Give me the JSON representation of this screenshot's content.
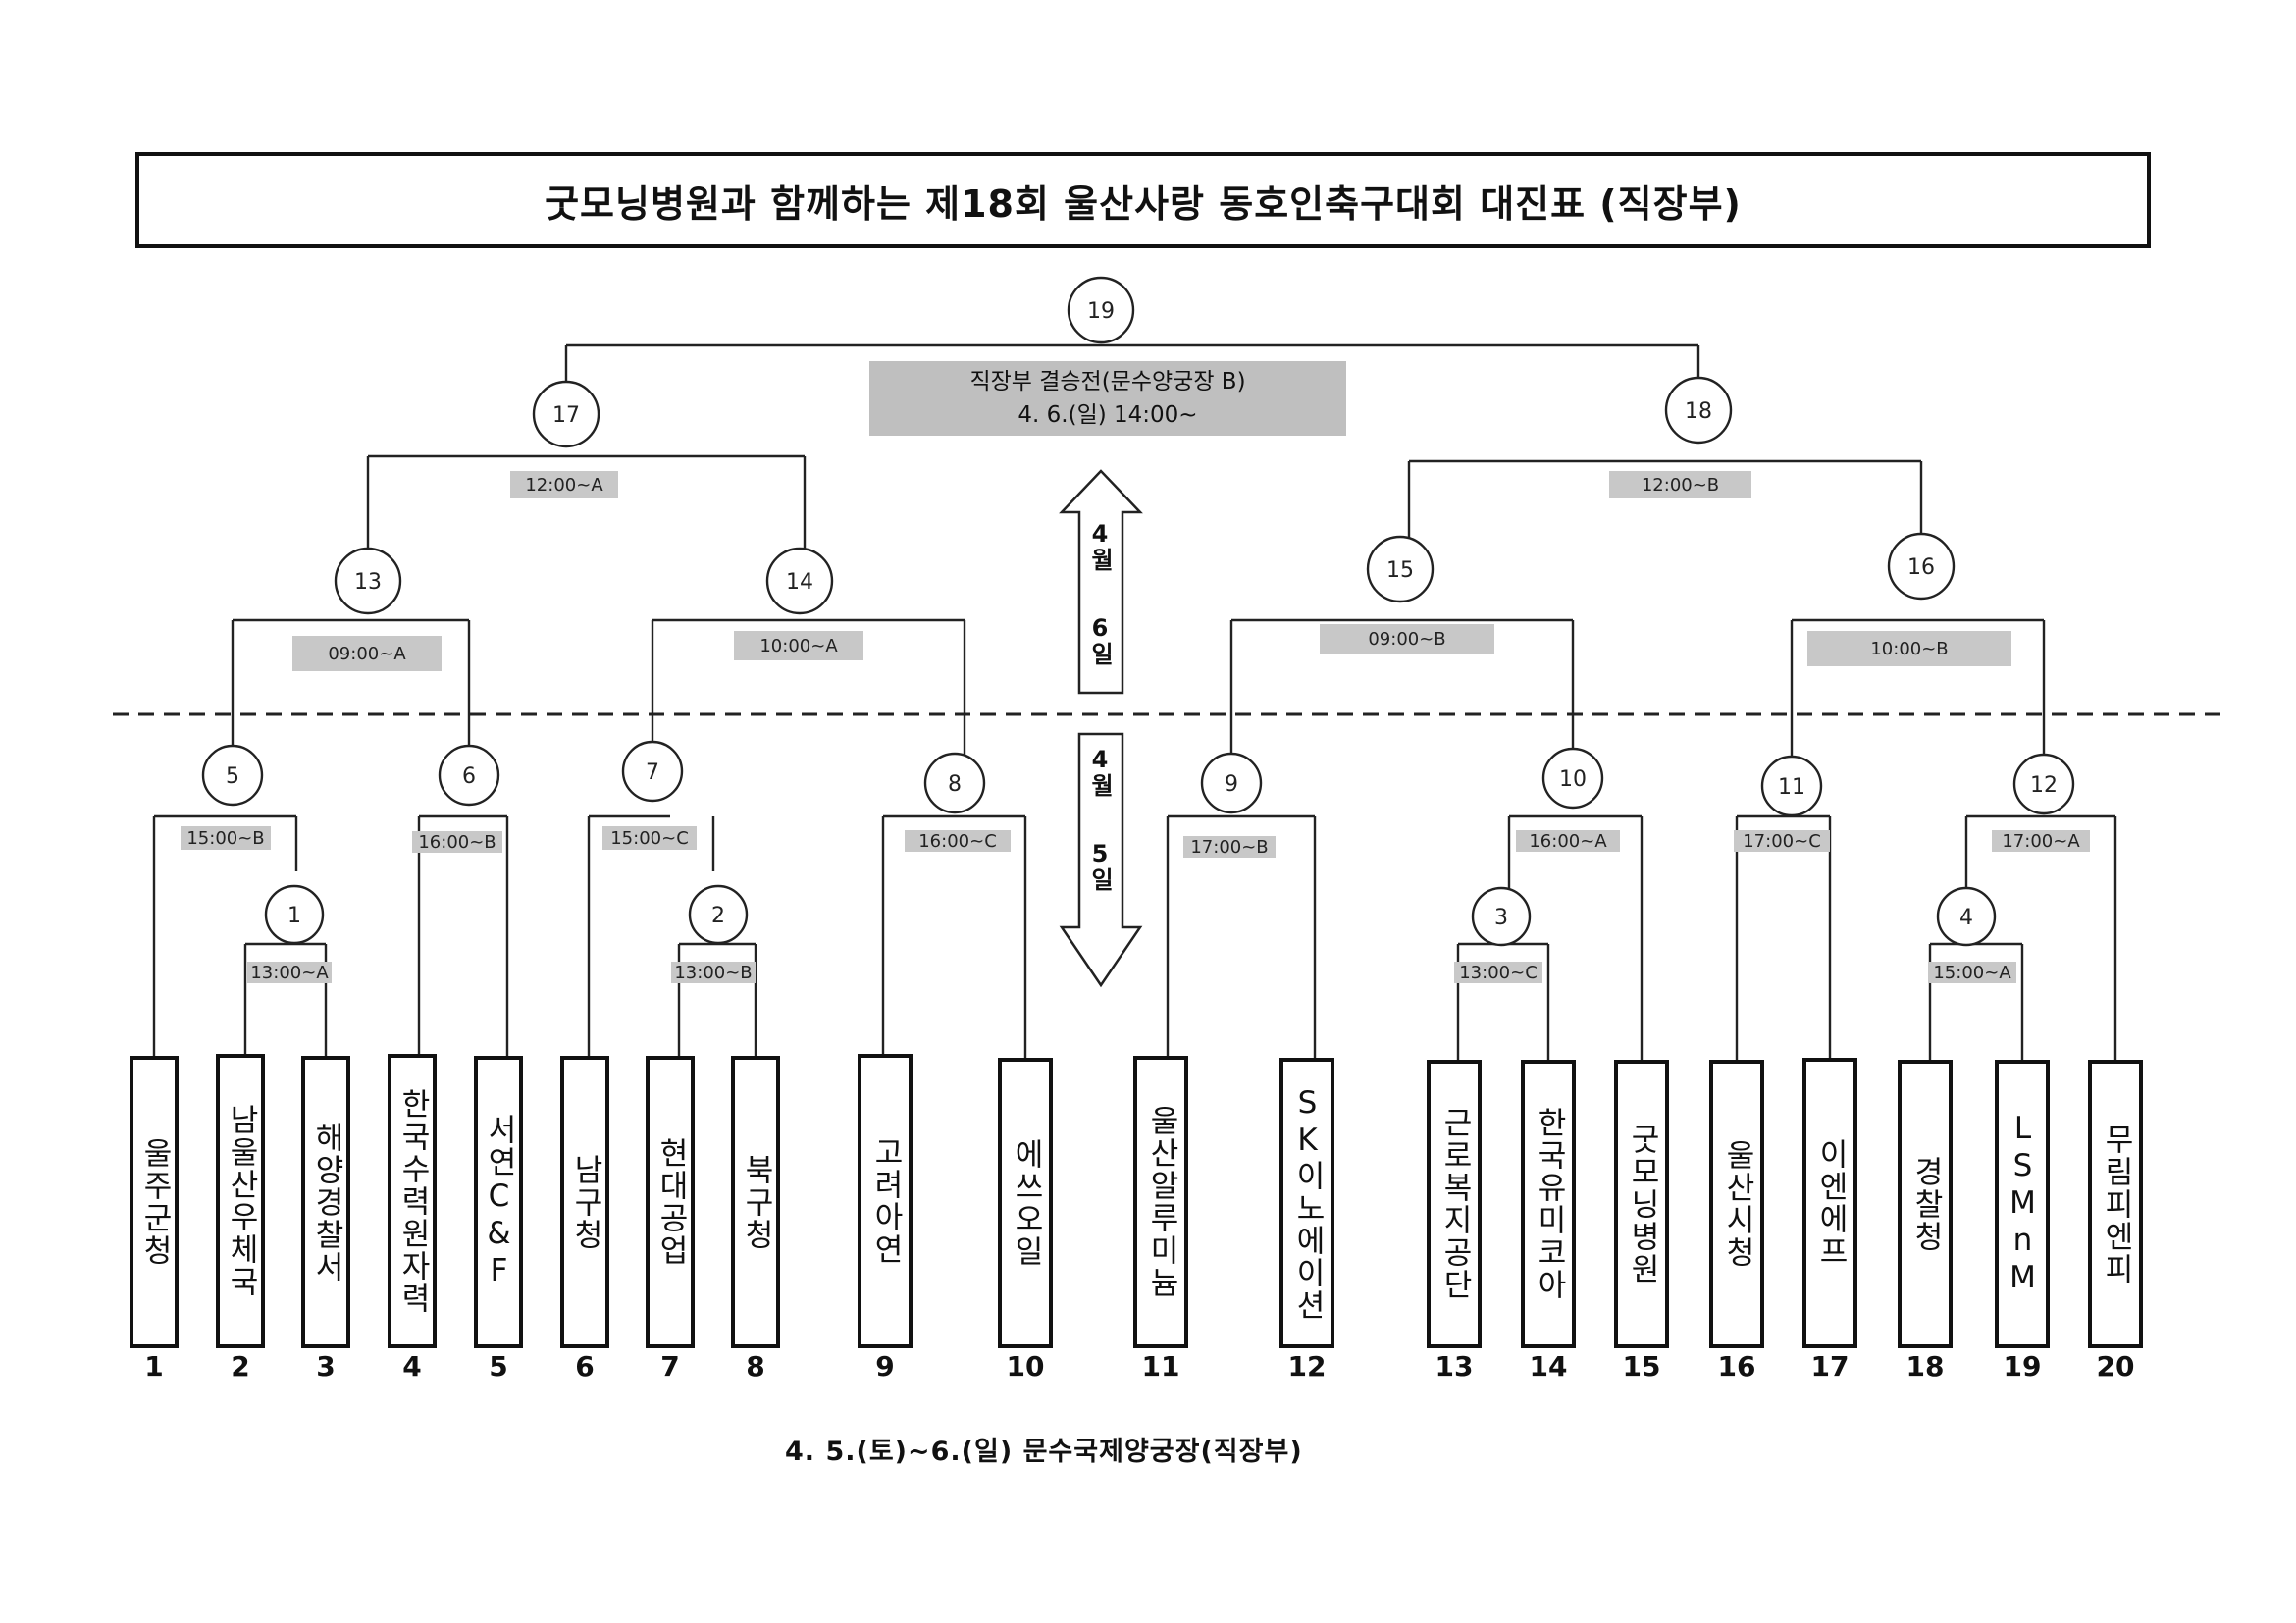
{
  "title": "굿모닝병원과 함께하는 제18회 울산사랑 동호인축구대회 대진표 (직장부)",
  "final_info": {
    "line1": "직장부 결승전(문수양궁장 B)",
    "line2": "4. 6.(일) 14:00~"
  },
  "day_labels": {
    "upper_month": "4월",
    "upper_day": "6일",
    "lower_month": "4월",
    "lower_day": "5일"
  },
  "footer": "4. 5.(토)~6.(일)  문수국제양궁장(직장부)",
  "teams": [
    {
      "seed": "1",
      "name": "울주군청"
    },
    {
      "seed": "2",
      "name": "남울산우체국"
    },
    {
      "seed": "3",
      "name": "해양경찰서"
    },
    {
      "seed": "4",
      "name": "한국수력원자력"
    },
    {
      "seed": "5",
      "name": "서연C&F"
    },
    {
      "seed": "6",
      "name": "남구청"
    },
    {
      "seed": "7",
      "name": "현대공업"
    },
    {
      "seed": "8",
      "name": "북구청"
    },
    {
      "seed": "9",
      "name": "고려아연"
    },
    {
      "seed": "10",
      "name": "에쓰오일"
    },
    {
      "seed": "11",
      "name": "울산알루미늄"
    },
    {
      "seed": "12",
      "name": "SK이노에이션"
    },
    {
      "seed": "13",
      "name": "근로복지공단"
    },
    {
      "seed": "14",
      "name": "한국유미코아"
    },
    {
      "seed": "15",
      "name": "굿모닝병원"
    },
    {
      "seed": "16",
      "name": "울산시청"
    },
    {
      "seed": "17",
      "name": "이엔에프"
    },
    {
      "seed": "18",
      "name": "경찰청"
    },
    {
      "seed": "19",
      "name": "LSMnM"
    },
    {
      "seed": "20",
      "name": "무림피엔피"
    }
  ],
  "matches": [
    {
      "no": "1",
      "time": "13:00~A"
    },
    {
      "no": "2",
      "time": "13:00~B"
    },
    {
      "no": "3",
      "time": "13:00~C"
    },
    {
      "no": "4",
      "time": "15:00~A"
    },
    {
      "no": "5",
      "time": "15:00~B"
    },
    {
      "no": "6",
      "time": "16:00~B"
    },
    {
      "no": "7",
      "time": "15:00~C"
    },
    {
      "no": "8",
      "time": "16:00~C"
    },
    {
      "no": "9",
      "time": "17:00~B"
    },
    {
      "no": "10",
      "time": "16:00~A"
    },
    {
      "no": "11",
      "time": "17:00~C"
    },
    {
      "no": "12",
      "time": "17:00~A"
    },
    {
      "no": "13",
      "time": "09:00~A"
    },
    {
      "no": "14",
      "time": "10:00~A"
    },
    {
      "no": "15",
      "time": "09:00~B"
    },
    {
      "no": "16",
      "time": "10:00~B"
    },
    {
      "no": "17",
      "time": "12:00~A"
    },
    {
      "no": "18",
      "time": "12:00~B"
    },
    {
      "no": "19",
      "time": ""
    }
  ]
}
